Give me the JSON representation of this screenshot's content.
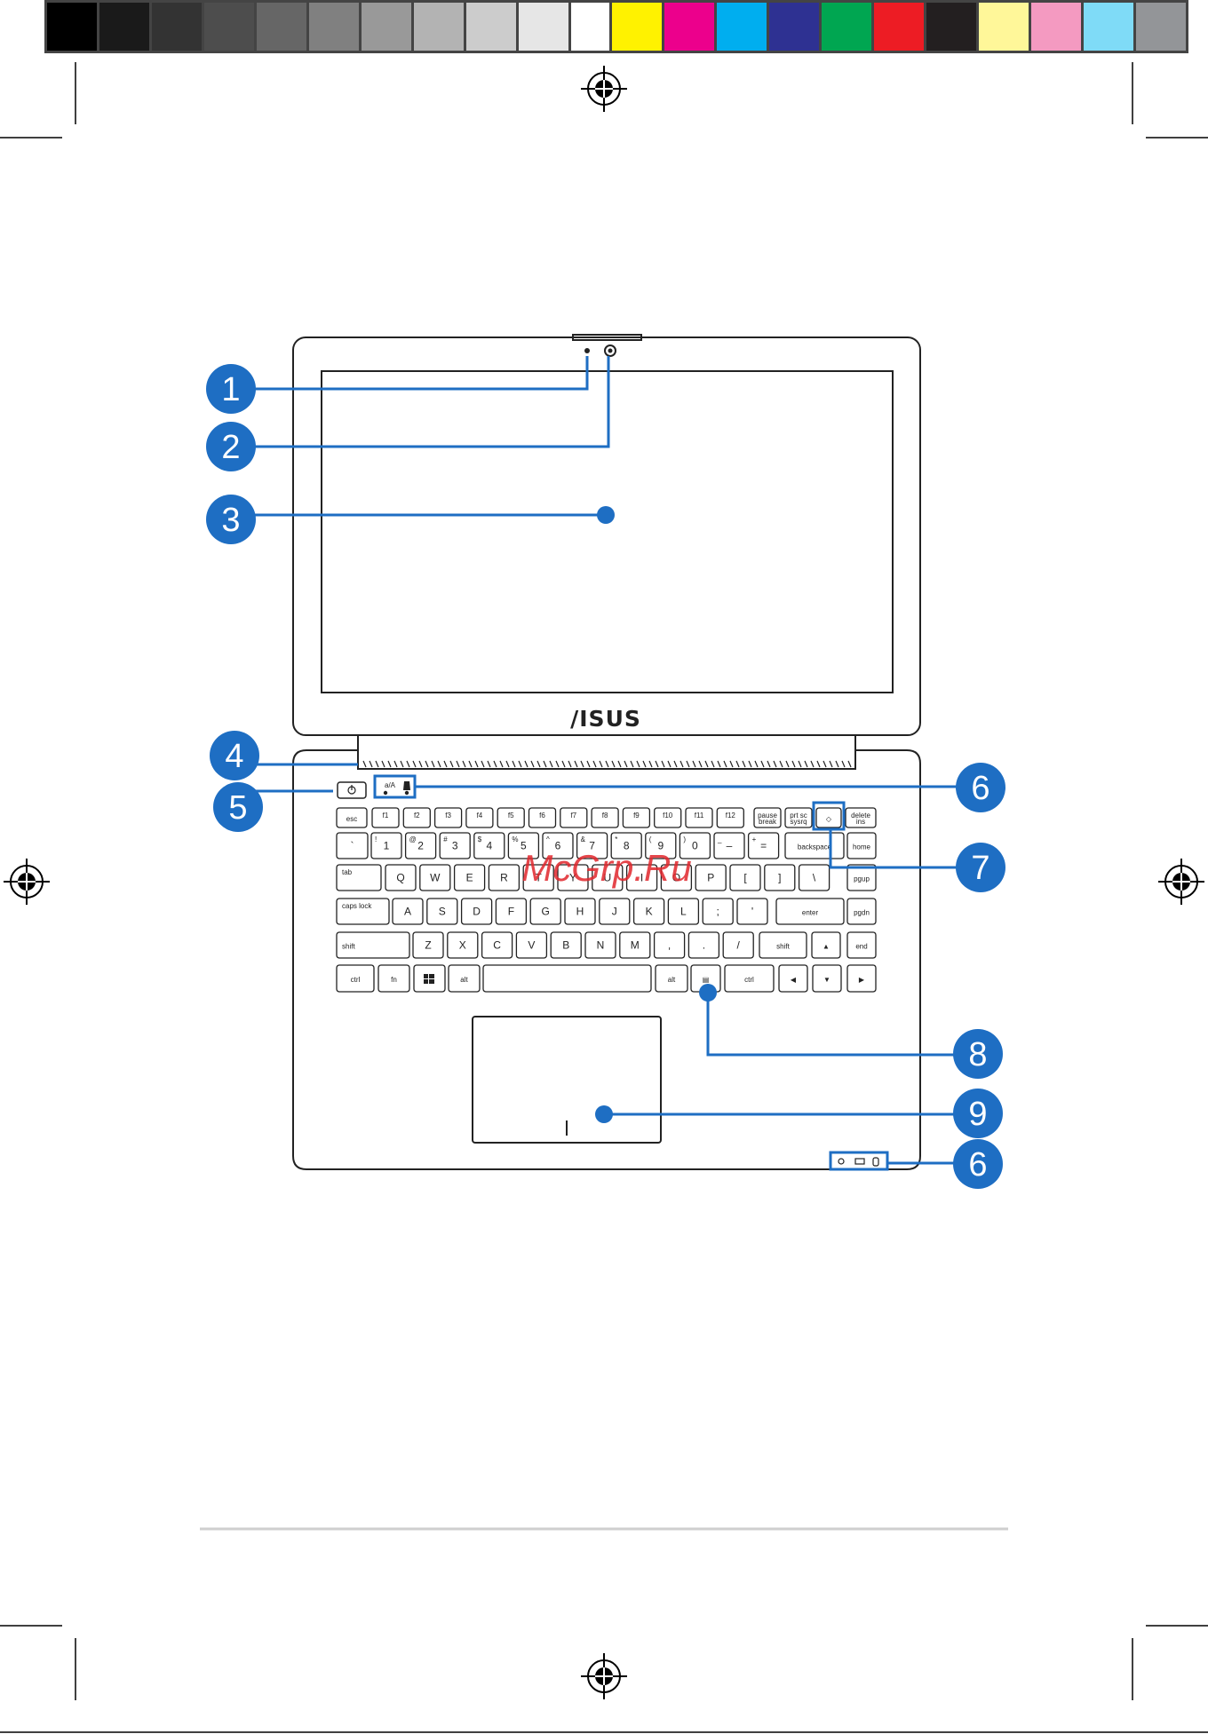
{
  "color_bar_left": [
    "#000000",
    "#1a1a1a",
    "#333333",
    "#4d4d4d",
    "#666666",
    "#808080",
    "#999999",
    "#b3b3b3",
    "#cccccc",
    "#e6e6e6",
    "#ffffff"
  ],
  "color_bar_right": [
    "#fff200",
    "#ec008c",
    "#00aeef",
    "#2e3192",
    "#00a651",
    "#ed1c24",
    "#231f20",
    "#fff799",
    "#f49ac1",
    "#7fdbf7",
    "#939598"
  ],
  "accent_color": "#1e6ec3",
  "brand_logo": "/ISUS",
  "watermark": "McGrp.Ru",
  "callouts": [
    {
      "number": "1"
    },
    {
      "number": "2"
    },
    {
      "number": "3"
    },
    {
      "number": "4"
    },
    {
      "number": "5"
    },
    {
      "number": "6"
    },
    {
      "number": "7"
    },
    {
      "number": "8"
    },
    {
      "number": "9"
    },
    {
      "number": "6"
    }
  ],
  "keyboard": {
    "esc": "esc",
    "f1": "f1",
    "f2": "f2",
    "f3": "f3",
    "f4": "f4",
    "f5": "f5",
    "f6": "f6",
    "f7": "f7",
    "f8": "f8",
    "f9": "f9",
    "f10": "f10",
    "f11": "f11",
    "f12": "f12",
    "pause": "pause",
    "break": "break",
    "prtsc": "prt sc",
    "sysrq": "sysrq",
    "delete": "delete",
    "ins": "ins",
    "backspace": "backspace",
    "home": "home",
    "tab": "tab",
    "pgup": "pgup",
    "capslock": "caps lock",
    "enter": "enter",
    "pgdn": "pgdn",
    "shift": "shift",
    "end": "end",
    "ctrl": "ctrl",
    "fn": "fn",
    "alt": "alt",
    "row1": [
      "1",
      "2",
      "3",
      "4",
      "5",
      "6",
      "7",
      "8",
      "9",
      "0",
      "–",
      "="
    ],
    "row1_shift": [
      "!",
      "@",
      "#",
      "$",
      "%",
      "^",
      "&",
      "*",
      "(",
      ")",
      "_",
      "+"
    ],
    "row2": [
      "Q",
      "W",
      "E",
      "R",
      "T",
      "Y",
      "U",
      "I",
      "O",
      "P",
      "[",
      "]",
      "\\"
    ],
    "row3": [
      "A",
      "S",
      "D",
      "F",
      "G",
      "H",
      "J",
      "K",
      "L",
      ";",
      "'"
    ],
    "row4": [
      "Z",
      "X",
      "C",
      "V",
      "B",
      "N",
      "M",
      ",",
      ".",
      "/"
    ]
  }
}
